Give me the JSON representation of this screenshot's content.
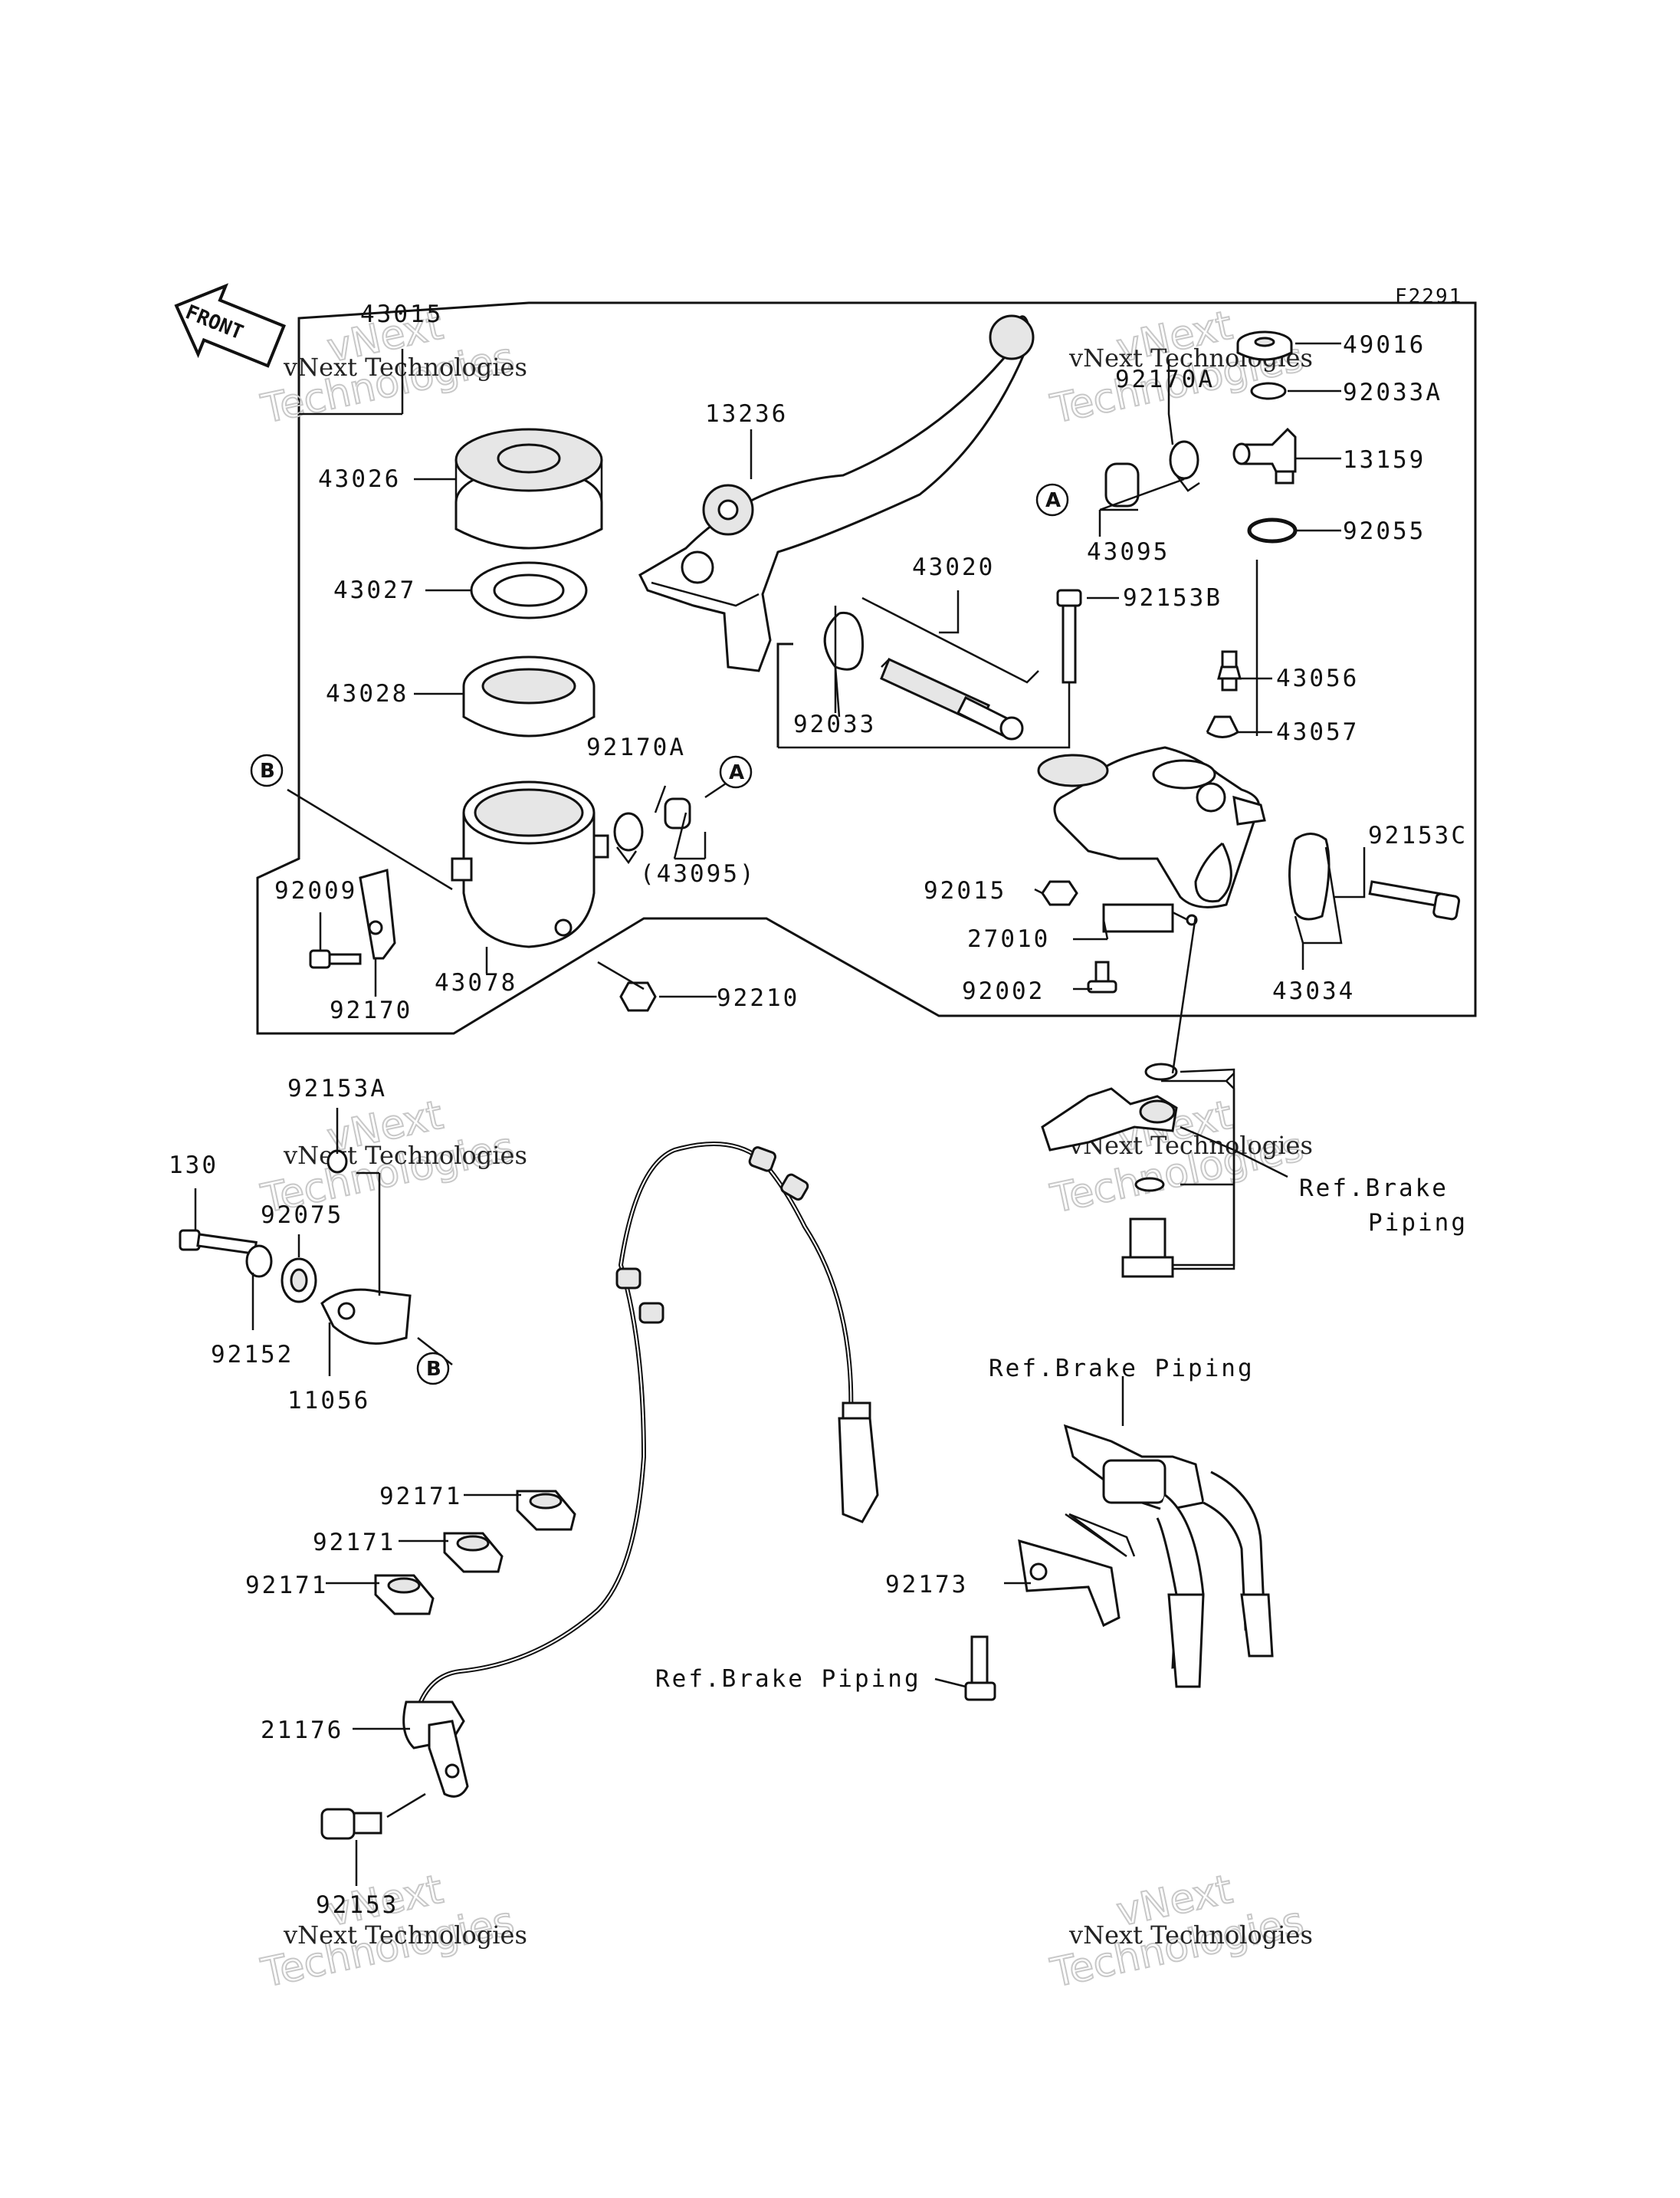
{
  "figure_code": "F2291",
  "front_label": "FRONT",
  "ref_markers": {
    "a": "A",
    "b": "B"
  },
  "watermark": {
    "line1": "vNext Technologies",
    "line2": "vNext Technologies"
  },
  "labels": {
    "p43015": "43015",
    "p43026": "43026",
    "p43027": "43027",
    "p43028": "43028",
    "p13236": "13236",
    "p43020": "43020",
    "p92033": "92033",
    "p92170a_left": "92170A",
    "p43095_paren": "(43095)",
    "p92009": "92009",
    "p92170": "92170",
    "p43078": "43078",
    "p92210": "92210",
    "p49016": "49016",
    "p92170a_right": "92170A",
    "p92033a": "92033A",
    "p13159": "13159",
    "p43095": "43095",
    "p92055": "92055",
    "p92153b": "92153B",
    "p43056": "43056",
    "p43057": "43057",
    "p92153c": "92153C",
    "p92015": "92015",
    "p27010": "27010",
    "p92002": "92002",
    "p43034": "43034",
    "p92153a": "92153A",
    "p130": "130",
    "p92075": "92075",
    "p92152": "92152",
    "p11056": "11056",
    "ref_brake_piping_1": "Ref.Brake",
    "ref_brake_piping_1b": "Piping",
    "ref_brake_piping_2": "Ref.Brake Piping",
    "ref_brake_piping_3": "Ref.Brake Piping",
    "p92171_a": "92171",
    "p92171_b": "92171",
    "p92171_c": "92171",
    "p92173": "92173",
    "p21176": "21176",
    "p92153": "92153"
  }
}
